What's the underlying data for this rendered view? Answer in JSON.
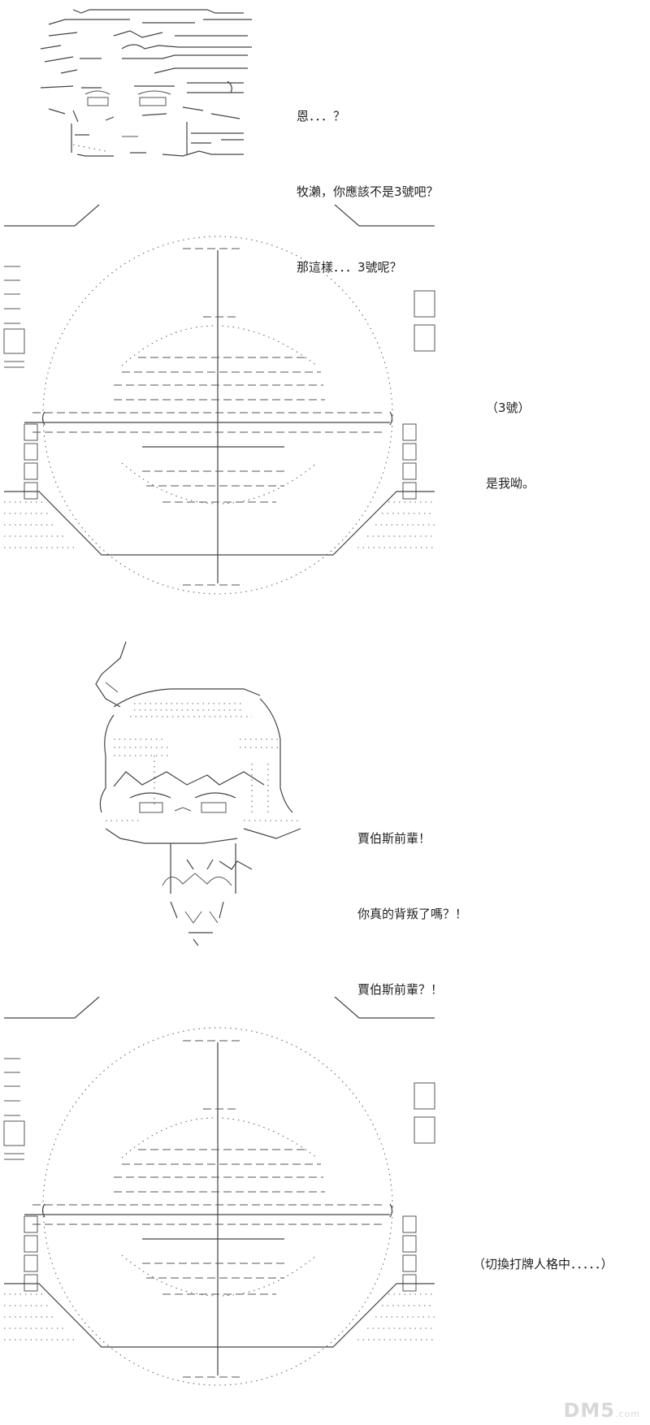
{
  "panels": [
    {
      "lines": [
        "恩．．．？",
        "牧瀨，你應該不是3號吧？",
        "那這樣．．．3號呢？"
      ]
    },
    {
      "lines": [
        "（3號）",
        "是我呦。"
      ]
    },
    {
      "lines": [
        "賈伯斯前輩！",
        "你真的背叛了嗎？！",
        "賈伯斯前輩？！"
      ]
    },
    {
      "lines": [
        "（切換打牌人格中．．．．．）"
      ]
    }
  ],
  "watermark": {
    "main": "DM5",
    "sub": ".com"
  }
}
